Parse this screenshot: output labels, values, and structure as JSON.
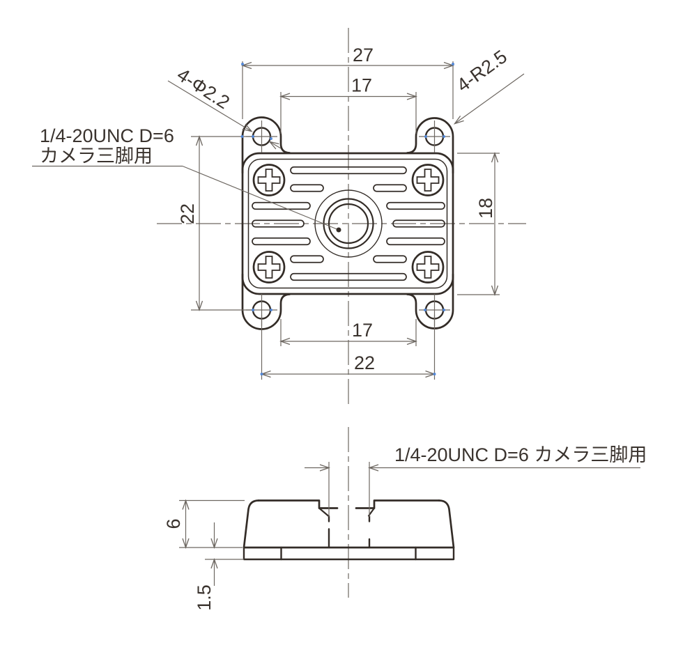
{
  "colors": {
    "outline": "#332c27",
    "thin": "#6d6761",
    "text": "#3a332e",
    "snap": "#4f86d8",
    "bg": "#ffffff"
  },
  "top_view": {
    "dim_overall_width": "27",
    "dim_slot_width_top": "17",
    "dim_hole_pitch_vertical": "22",
    "dim_body_height": "18",
    "dim_slot_width_bottom": "17",
    "dim_hole_pitch_horizontal": "22",
    "label_corner_holes": "4-Φ2.2",
    "label_corner_radius": "4-R2.5",
    "note_line1": "1/4-20UNC D=6",
    "note_line2": "カメラ三脚用"
  },
  "side_view": {
    "dim_height": "6",
    "dim_base_thickness": "1.5",
    "note": "1/4-20UNC D=6 カメラ三脚用"
  }
}
